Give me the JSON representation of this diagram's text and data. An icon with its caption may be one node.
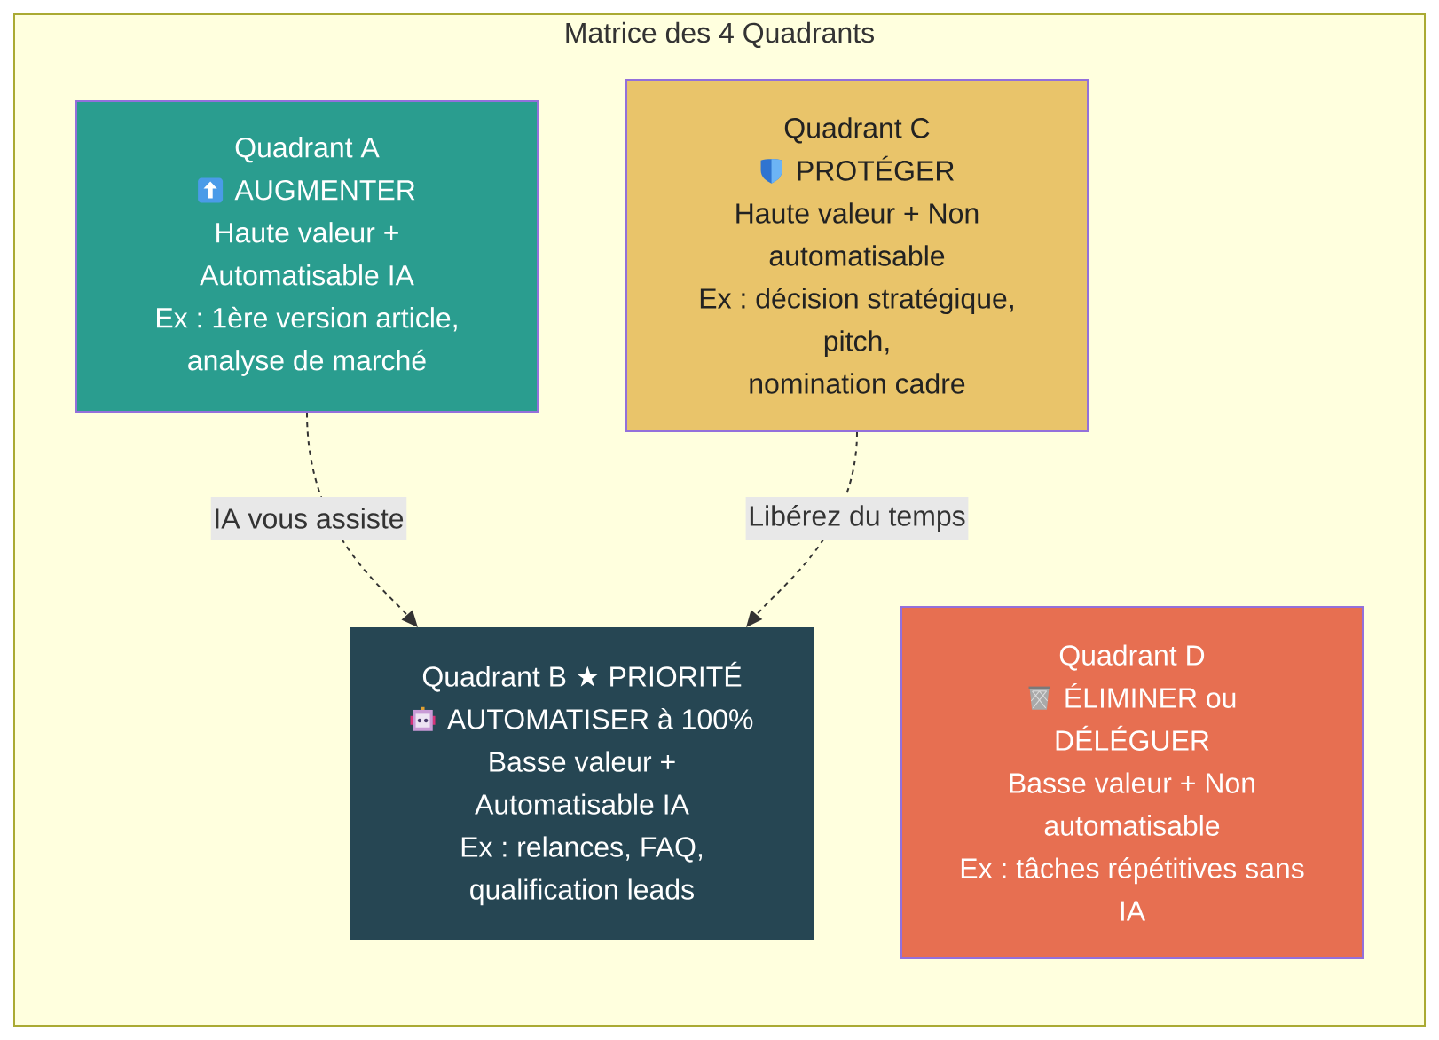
{
  "diagram": {
    "nodes": [
      {
        "text": [
          "Matrice des 4 Quadrants"
        ]
      },
      {
        "text": [
          "Quadrant A",
          "AUGMENTER",
          "Haute valeur + Automatisable IA",
          "Ex : 1ère version article, analyse de marché"
        ],
        "in": 0
      },
      {
        "text": [
          "Quadrant C",
          "PROTÉGER",
          "Haute valeur + Non automatisable",
          "Ex : décision stratégique, pitch,",
          "nomination cadre"
        ],
        "in": 0
      },
      {
        "text": [
          "Quadrant B ★ PRIORITÉ",
          "AUTOMATISER à 100%",
          "Basse valeur + Automatisable IA",
          "Ex : relances, FAQ, qualification leads"
        ],
        "in": 0
      },
      {
        "text": [
          "Quadrant D",
          "ÉLIMINER ou DÉLÉGUER",
          "Basse valeur + Non automatisable",
          "Ex : tâches répétitives sans IA"
        ],
        "in": 0
      }
    ],
    "edges": [
      {
        "from": 1,
        "to": 3,
        "arrow": "to",
        "label": "IA vous assiste",
        "style": "dashed"
      },
      {
        "from": 2,
        "to": 3,
        "arrow": "to",
        "label": "Libérez du temps",
        "style": "dashed"
      }
    ]
  }
}
